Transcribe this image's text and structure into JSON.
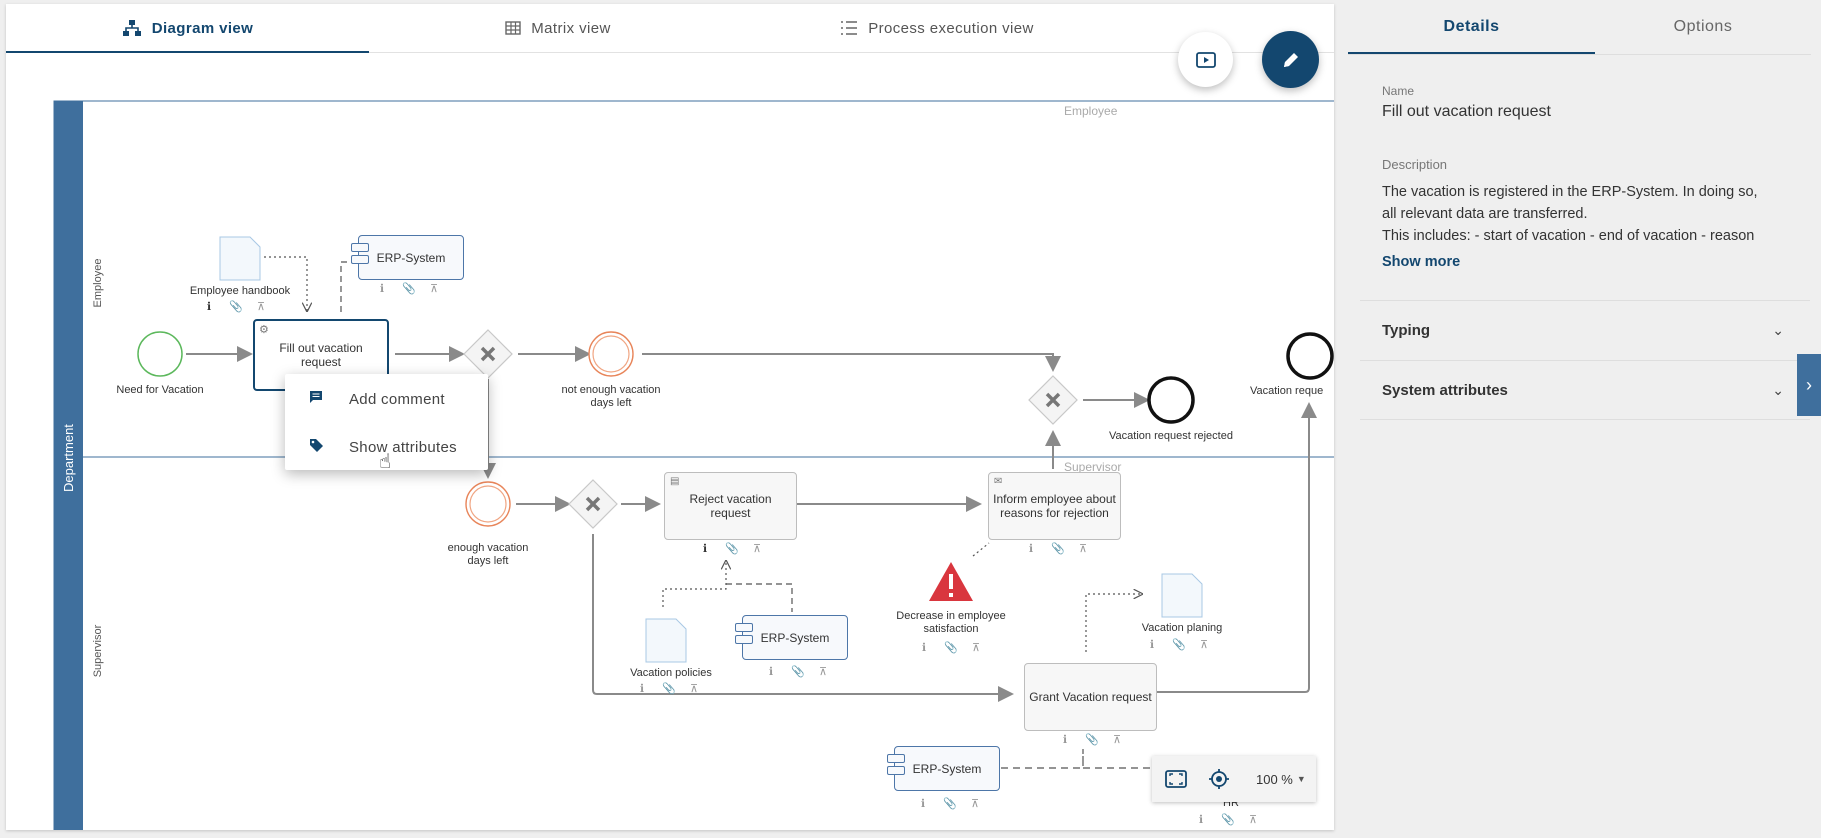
{
  "view_tabs": [
    {
      "label": "Diagram view",
      "icon": "diagram-icon",
      "active": true
    },
    {
      "label": "Matrix view",
      "icon": "grid-icon",
      "active": false
    },
    {
      "label": "Process execution view",
      "icon": "list-icon",
      "active": false
    }
  ],
  "diagram": {
    "pool_label": "Department",
    "lanes": [
      {
        "side_label": "Employee",
        "top_label": "Employee"
      },
      {
        "side_label": "Supervisor",
        "top_label": "Supervisor"
      }
    ],
    "events": {
      "start": "Need for Vacation",
      "not_enough": "not enough vacation days left",
      "enough": "enough vacation days left",
      "rejected_end": "Vacation request rejected",
      "approved_end": "Vacation reque"
    },
    "tasks": {
      "fill_out": "Fill out vacation request",
      "reject": "Reject vacation request",
      "inform": "Inform employee about reasons for rejection",
      "grant": "Grant Vacation request"
    },
    "systems": {
      "erp_top": "ERP-System",
      "erp_mid": "ERP-System",
      "erp_bottom": "ERP-System"
    },
    "documents": {
      "handbook": "Employee handbook",
      "policies": "Vacation policies",
      "planing": "Vacation planing"
    },
    "risk": "Decrease in employee satisfaction",
    "role_hr": "HR"
  },
  "context_menu": {
    "items": [
      {
        "label": "Add comment",
        "icon": "comment-icon"
      },
      {
        "label": "Show attributes",
        "icon": "tag-icon"
      }
    ]
  },
  "zoom": {
    "level": "100 %"
  },
  "details_panel": {
    "tabs": [
      {
        "label": "Details",
        "active": true
      },
      {
        "label": "Options",
        "active": false
      }
    ],
    "name_label": "Name",
    "name_value": "Fill out vacation request",
    "description_label": "Description",
    "description_lines": [
      "The vacation is registered in the ERP-System. In doing so,",
      "all relevant data are transferred.",
      "This includes: - start of vacation - end of vacation - reason"
    ],
    "show_more": "Show more",
    "sections": [
      {
        "label": "Typing"
      },
      {
        "label": "System attributes"
      }
    ]
  },
  "colors": {
    "accent": "#13476f",
    "pool_header": "#3f6f9d",
    "start_event": "#5cb85c",
    "intermediate_event": "#e8855a",
    "risk": "#d9363e"
  }
}
